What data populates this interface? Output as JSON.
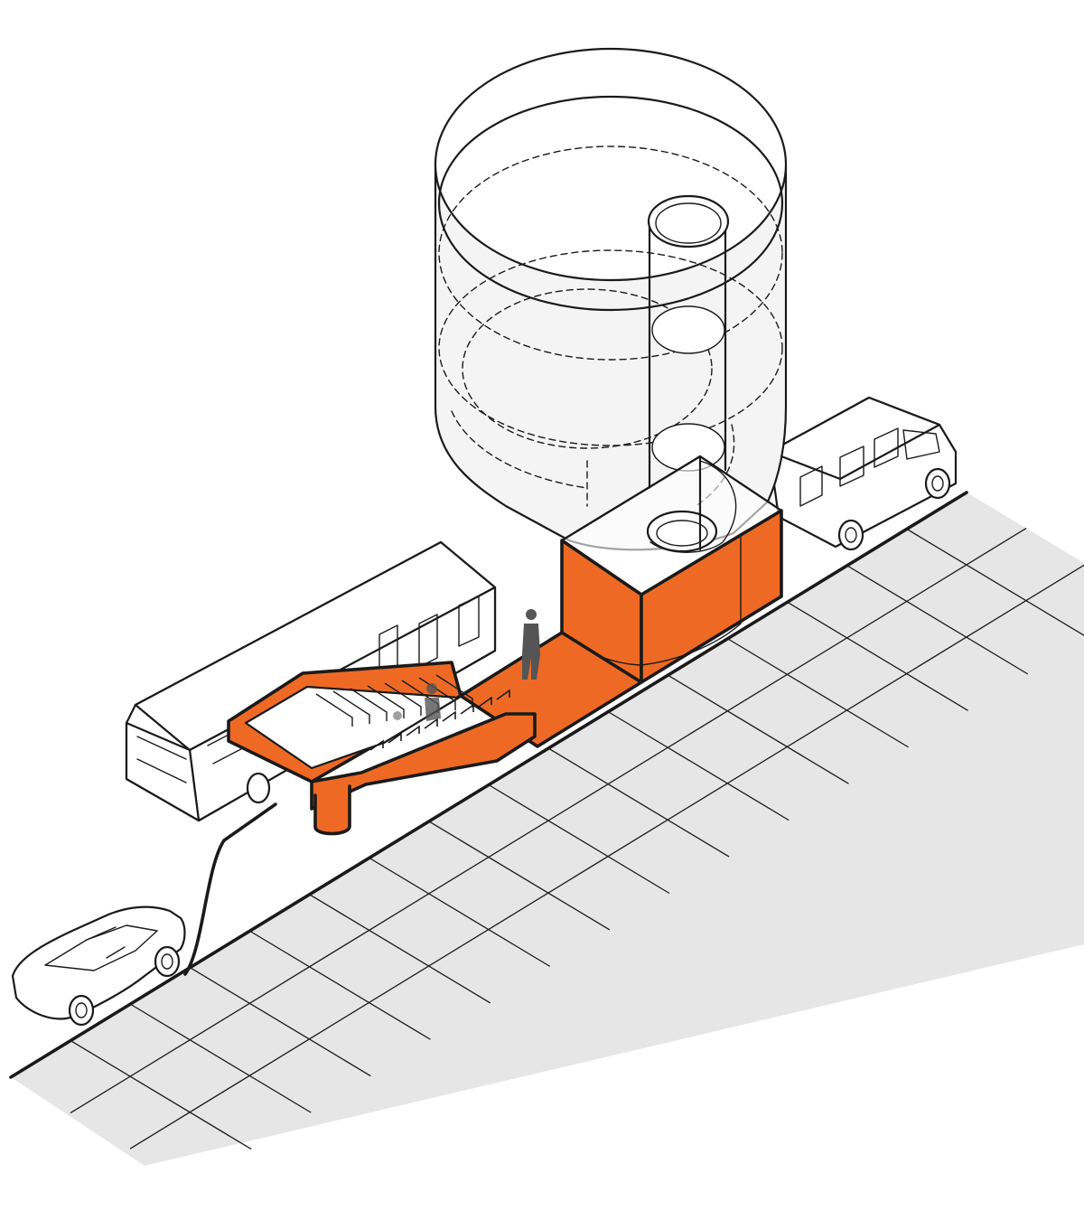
{
  "colors": {
    "accent": "#ee6a24",
    "ink": "#1a1a1a",
    "sidewalk": "#e6e6e6",
    "tank_tint": "#f4f4f4",
    "figure": "#555555"
  },
  "elements": [
    "sidewalk",
    "curb",
    "tank",
    "riser-pipe",
    "entry-box",
    "walkway",
    "stair",
    "stair-column",
    "bus",
    "van",
    "car",
    "person"
  ]
}
